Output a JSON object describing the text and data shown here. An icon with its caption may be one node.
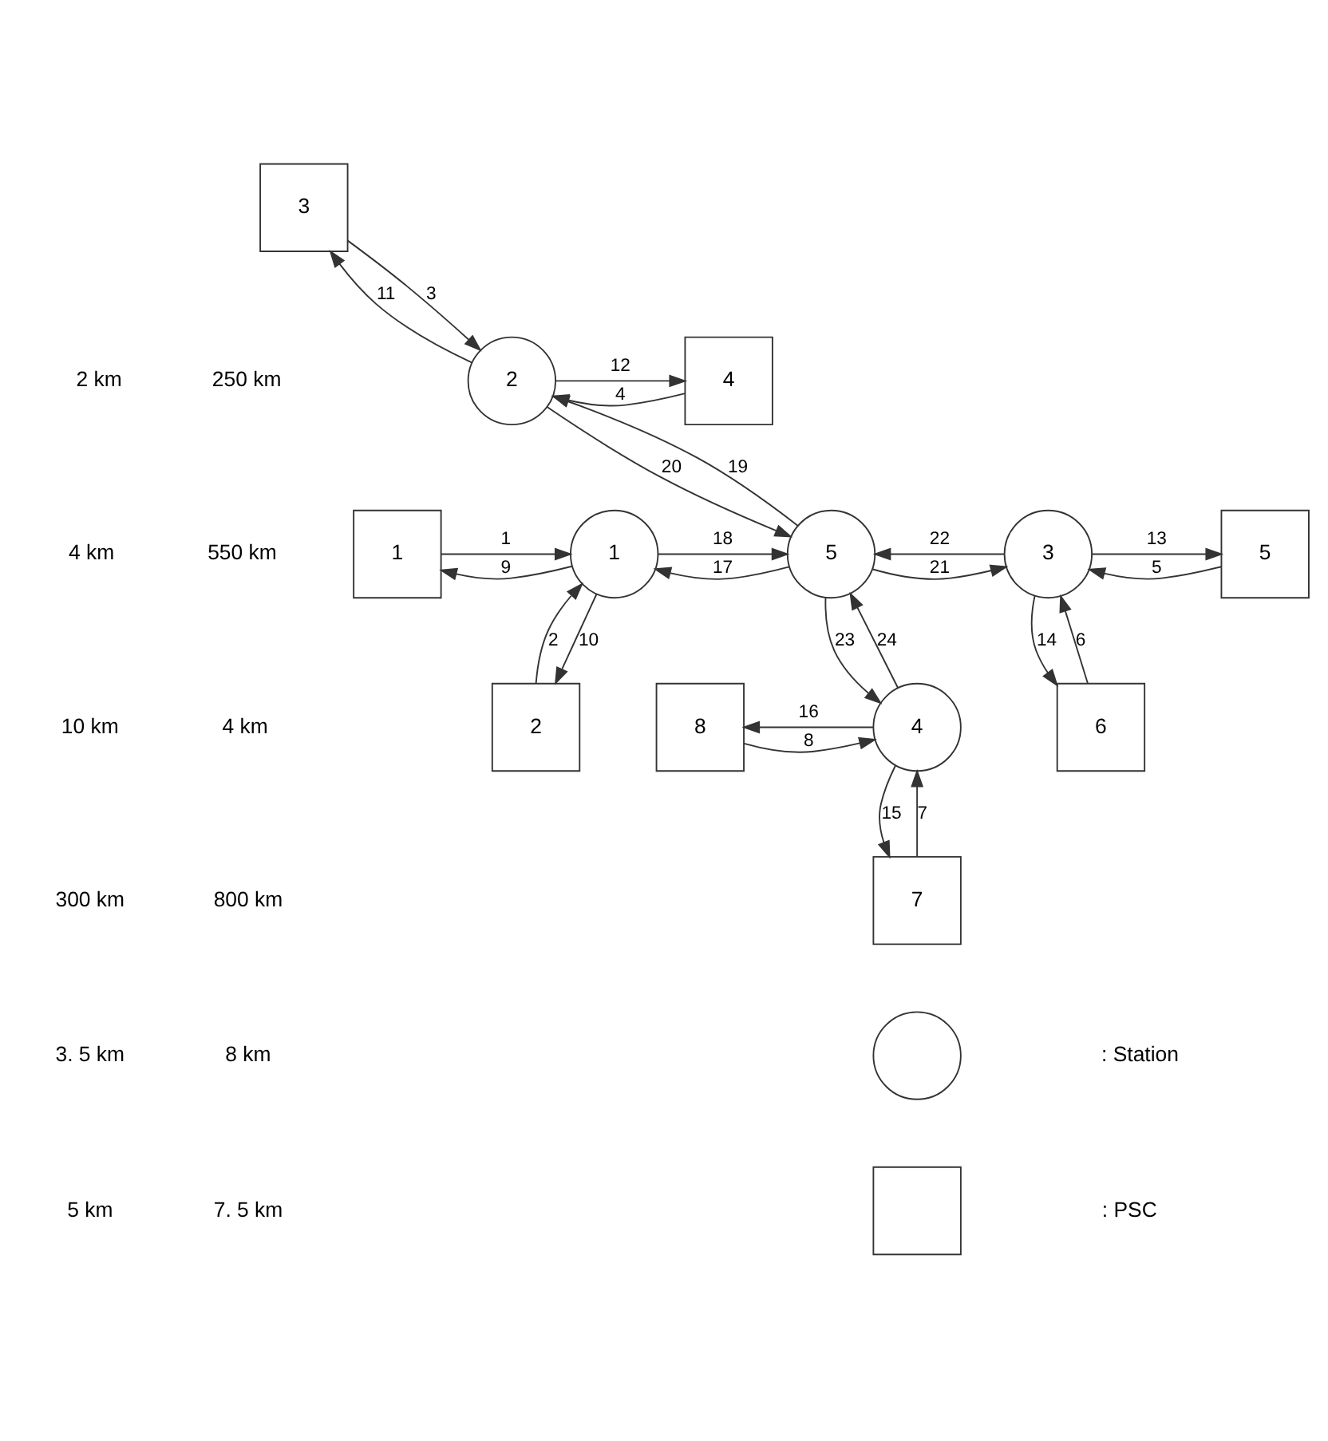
{
  "diagram": {
    "nodes": [
      {
        "text": [
          "3"
        ]
      },
      {
        "text": [
          "2"
        ]
      },
      {
        "text": [
          "4"
        ]
      },
      {
        "text": [
          "2"
        ]
      },
      {
        "text": [
          "1"
        ]
      },
      {
        "text": [
          "1"
        ]
      },
      {
        "text": [
          "5"
        ]
      },
      {
        "text": [
          "3"
        ]
      },
      {
        "text": [
          "5"
        ]
      },
      {
        "text": [
          "6"
        ]
      },
      {
        "text": [
          "8"
        ]
      },
      {
        "text": [
          "4"
        ]
      },
      {
        "text": [
          "7"
        ]
      },
      {
        "text": [],
        "shape": "circle"
      },
      {
        "text": [],
        "shape": "box"
      }
    ],
    "edges": [
      {
        "from": 1,
        "to": 0,
        "arrow": "to",
        "label": "11"
      },
      {
        "from": 0,
        "to": 1,
        "arrow": "to",
        "label": "3"
      },
      {
        "from": 1,
        "to": 2,
        "arrow": "to",
        "label": "12"
      },
      {
        "from": 2,
        "to": 1,
        "arrow": "to",
        "label": "4"
      },
      {
        "from": 5,
        "to": 3,
        "arrow": "to",
        "label": "10"
      },
      {
        "from": 3,
        "to": 5,
        "arrow": "to",
        "label": "2"
      },
      {
        "from": 4,
        "to": 5,
        "arrow": "to",
        "label": "1"
      },
      {
        "from": 5,
        "to": 4,
        "arrow": "to",
        "label": "9"
      },
      {
        "from": 5,
        "to": 6,
        "arrow": "to",
        "label": "18"
      },
      {
        "from": 6,
        "to": 5,
        "arrow": "to",
        "label": "17"
      },
      {
        "from": 6,
        "to": 1,
        "arrow": "to",
        "label": "19"
      },
      {
        "from": 1,
        "to": 6,
        "arrow": "to",
        "label": "20"
      },
      {
        "from": 7,
        "to": 6,
        "arrow": "to",
        "label": "22"
      },
      {
        "from": 6,
        "to": 7,
        "arrow": "to",
        "label": "21"
      },
      {
        "from": 7,
        "to": 8,
        "arrow": "to",
        "label": "13"
      },
      {
        "from": 8,
        "to": 7,
        "arrow": "to",
        "label": "5"
      },
      {
        "from": 9,
        "to": 7,
        "arrow": "to",
        "label": "6"
      },
      {
        "from": 7,
        "to": 9,
        "arrow": "to",
        "label": "14"
      },
      {
        "from": 11,
        "to": 6,
        "arrow": "to",
        "label": "24"
      },
      {
        "from": 6,
        "to": 11,
        "arrow": "to",
        "label": "23"
      },
      {
        "from": 10,
        "to": 11,
        "arrow": "to",
        "label": "8"
      },
      {
        "from": 11,
        "to": 10,
        "arrow": "to",
        "label": "16"
      },
      {
        "from": 12,
        "to": 11,
        "arrow": "to",
        "label": "7"
      },
      {
        "from": 11,
        "to": 12,
        "arrow": "to",
        "label": "15"
      }
    ],
    "labels": [
      "2 km",
      "4 km",
      "10 km",
      "300 km",
      "3. 5 km",
      "5 km",
      "250 km",
      "550 km",
      "4 km",
      "800 km",
      "8 km",
      "7. 5 km"
    ],
    "legend": [
      {
        "text": ": Station"
      },
      {
        "text": ": PSC"
      }
    ]
  }
}
